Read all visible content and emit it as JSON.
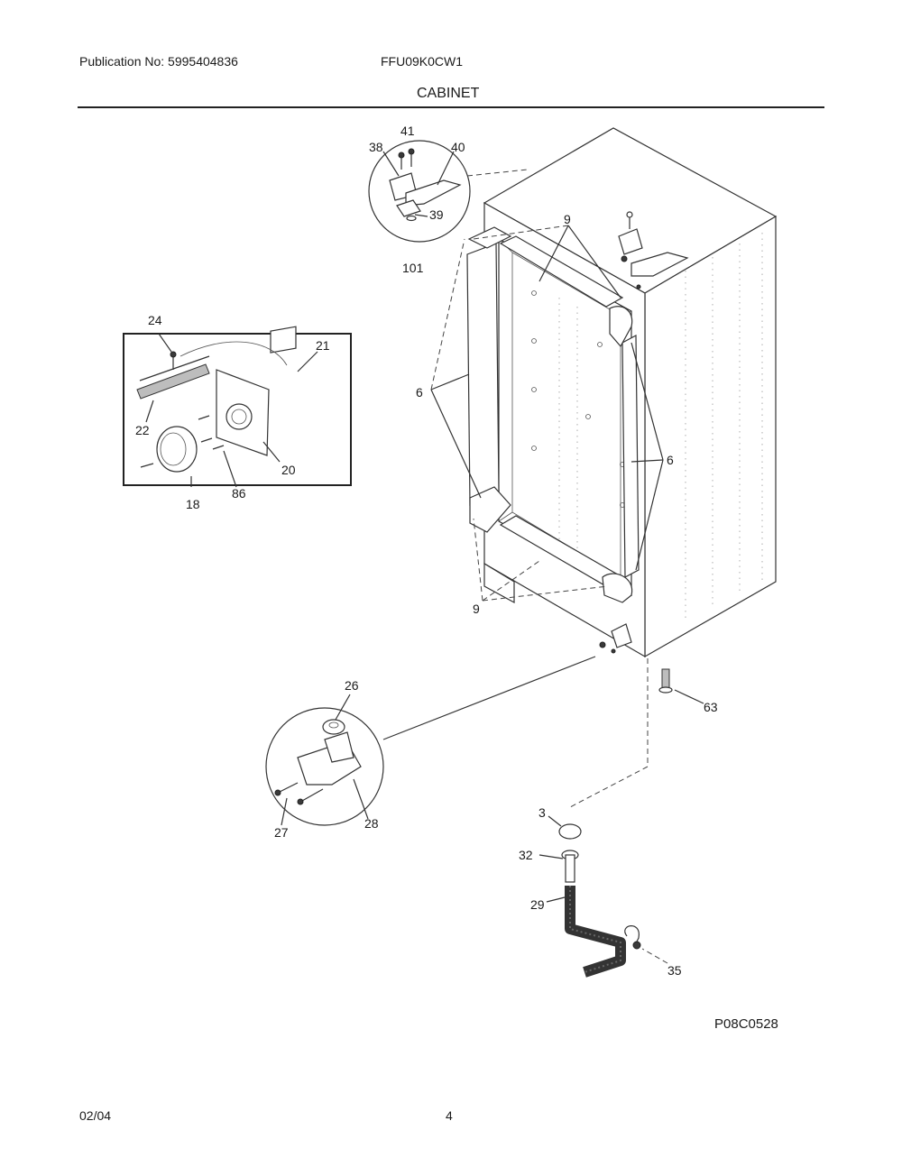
{
  "header": {
    "publication": "Publication No: 5995404836",
    "model": "FFU09K0CW1",
    "section": "CABINET"
  },
  "footer": {
    "date": "02/04",
    "page": "4"
  },
  "figure_code": "P08C0528",
  "callouts": {
    "c41": "41",
    "c38": "38",
    "c40": "40",
    "c39": "39",
    "c101": "101",
    "c9a": "9",
    "c9b": "9",
    "c6a": "6",
    "c6b": "6",
    "c24": "24",
    "c21": "21",
    "c22": "22",
    "c20": "20",
    "c18": "18",
    "c86": "86",
    "c26": "26",
    "c27": "27",
    "c28": "28",
    "c63": "63",
    "c3": "3",
    "c32": "32",
    "c29": "29",
    "c35": "35"
  }
}
